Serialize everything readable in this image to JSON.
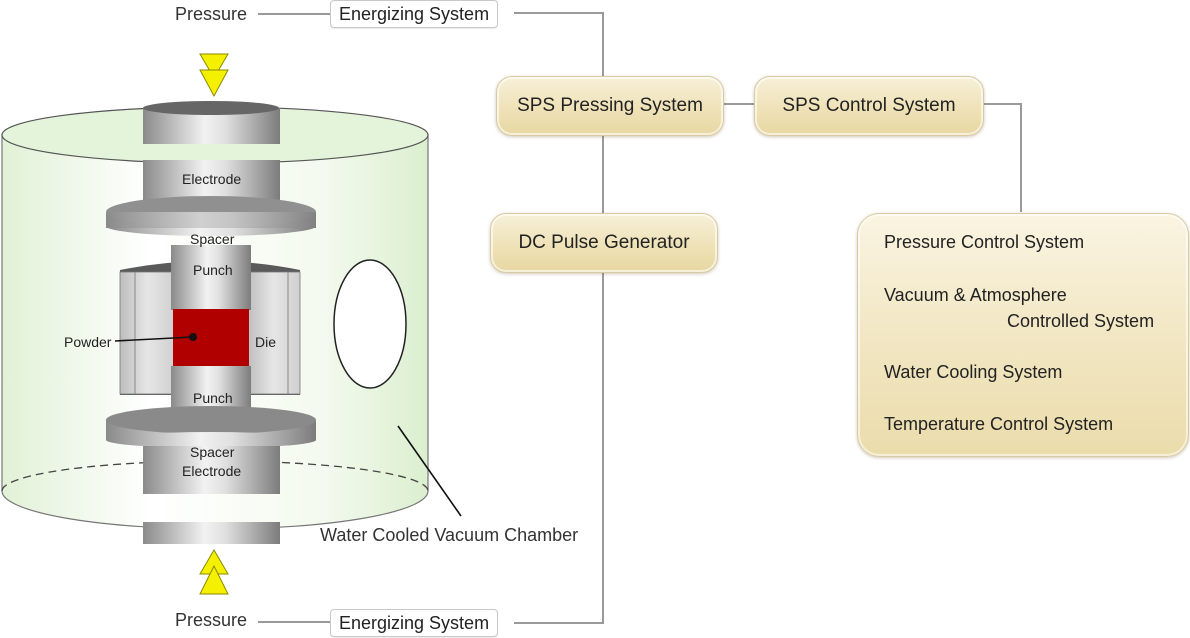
{
  "diagram": {
    "left_apparatus": {
      "top_pressure_label": "Pressure",
      "bottom_pressure_label": "Pressure",
      "parts": {
        "electrode_top": "Electrode",
        "spacer_top": "Spacer",
        "punch_top": "Punch",
        "powder": "Powder",
        "die": "Die",
        "punch_bottom": "Punch",
        "spacer_bottom": "Spacer",
        "electrode_bottom": "Electrode"
      },
      "chamber_label": "Water Cooled Vacuum Chamber"
    },
    "energizing_top": "Energizing System",
    "energizing_bottom": "Energizing System",
    "boxes": {
      "pressing": "SPS Pressing System",
      "control": "SPS Control System",
      "dc_pulse": "DC Pulse Generator"
    },
    "control_subsystems": [
      {
        "line1": "Pressure Control System"
      },
      {
        "line1": "Vacuum & Atmosphere",
        "line2": "Controlled System"
      },
      {
        "line1": "Water Cooling System"
      },
      {
        "line1": "Temperature Control System"
      }
    ],
    "colors": {
      "chamber_fill": "#e3f3d9",
      "powder": "#b00000",
      "arrow": "#f5f000",
      "box_fill": "#efe2b8",
      "connector": "#9a9a9a"
    }
  }
}
